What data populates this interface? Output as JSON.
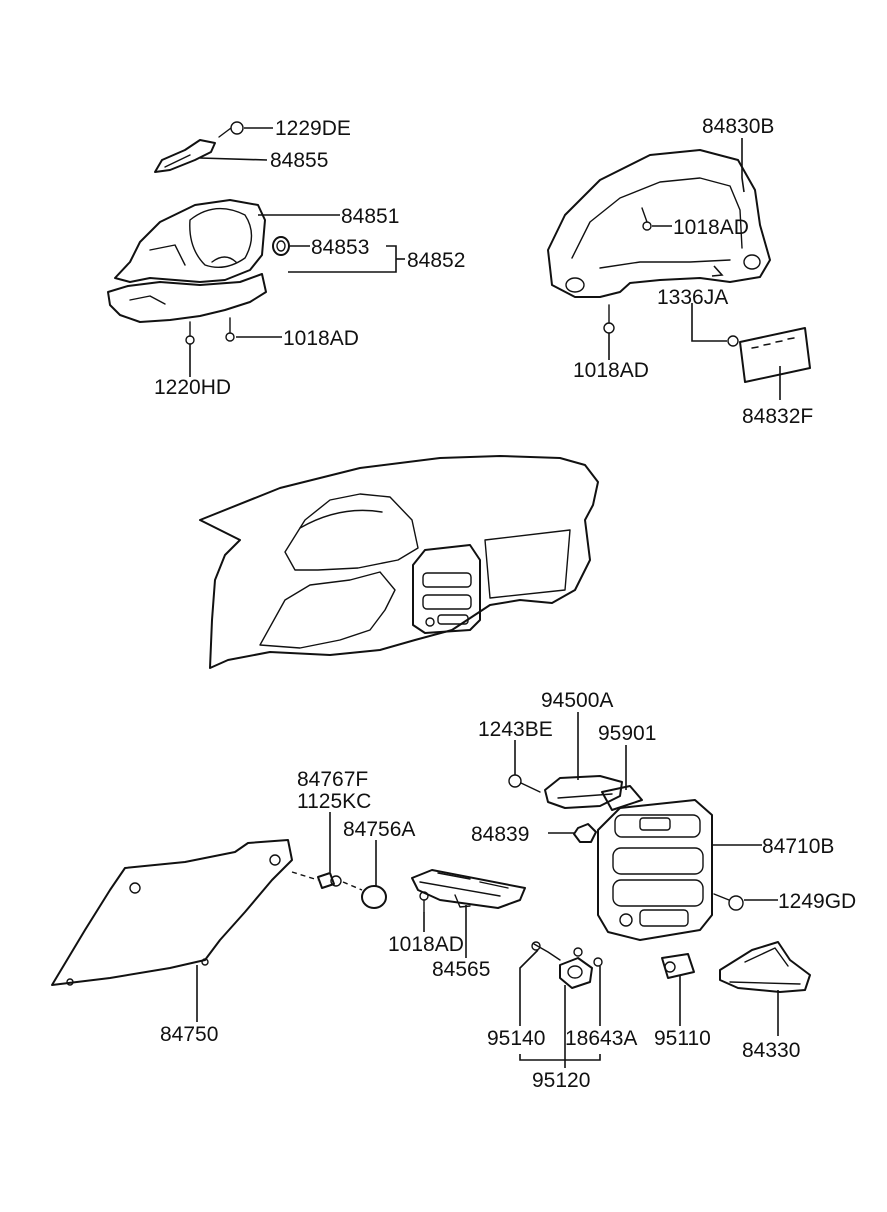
{
  "labels": {
    "p1229DE": "1229DE",
    "p84855": "84855",
    "p84851": "84851",
    "p84853": "84853",
    "p84852": "84852",
    "p1018AD_a": "1018AD",
    "p1220HD": "1220HD",
    "p84830B": "84830B",
    "p1018AD_b": "1018AD",
    "p1336JA": "1336JA",
    "p1018AD_c": "1018AD",
    "p84832F": "84832F",
    "p94500A": "94500A",
    "p1243BE": "1243BE",
    "p95901": "95901",
    "p84767F": "84767F",
    "p1125KC": "1125KC",
    "p84756A": "84756A",
    "p84839": "84839",
    "p84710B": "84710B",
    "p1249GD": "1249GD",
    "p1018AD_d": "1018AD",
    "p84565": "84565",
    "p84750": "84750",
    "p95140": "95140",
    "p18643A": "18643A",
    "p95110": "95110",
    "p84330": "84330",
    "p95120": "95120"
  }
}
